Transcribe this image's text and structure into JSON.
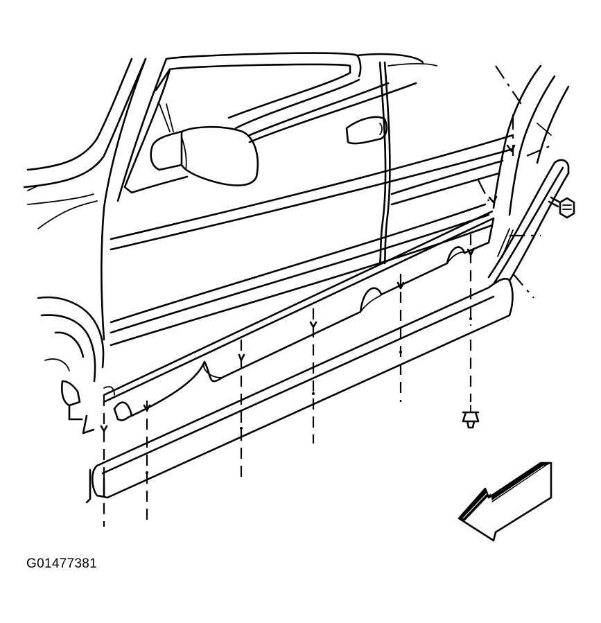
{
  "figure": {
    "id_label": "G01477381"
  },
  "parts": [
    {
      "name": "rocker-panel-molding"
    },
    {
      "name": "molding-retainer-strip"
    },
    {
      "name": "retaining-clips"
    },
    {
      "name": "screw"
    },
    {
      "name": "push-pin"
    }
  ],
  "icons": {
    "view_arrow": "front-direction-arrow-icon"
  }
}
